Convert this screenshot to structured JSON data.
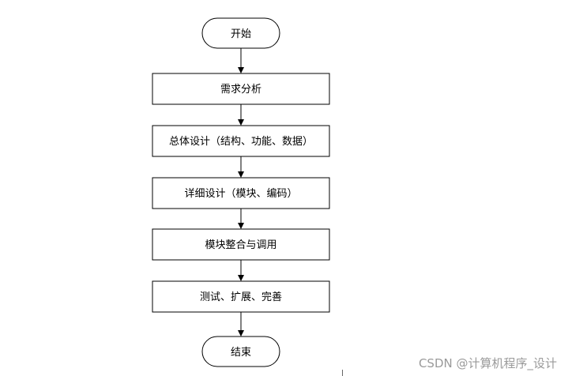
{
  "flow": {
    "start_label": "开始",
    "steps": [
      "需求分析",
      "总体设计（结构、功能、数据）",
      "详细设计（模块、编码）",
      "模块整合与调用",
      "测试、扩展、完善"
    ],
    "end_label": "结束"
  },
  "watermark": {
    "text": "CSDN @计算机程序_设计"
  }
}
